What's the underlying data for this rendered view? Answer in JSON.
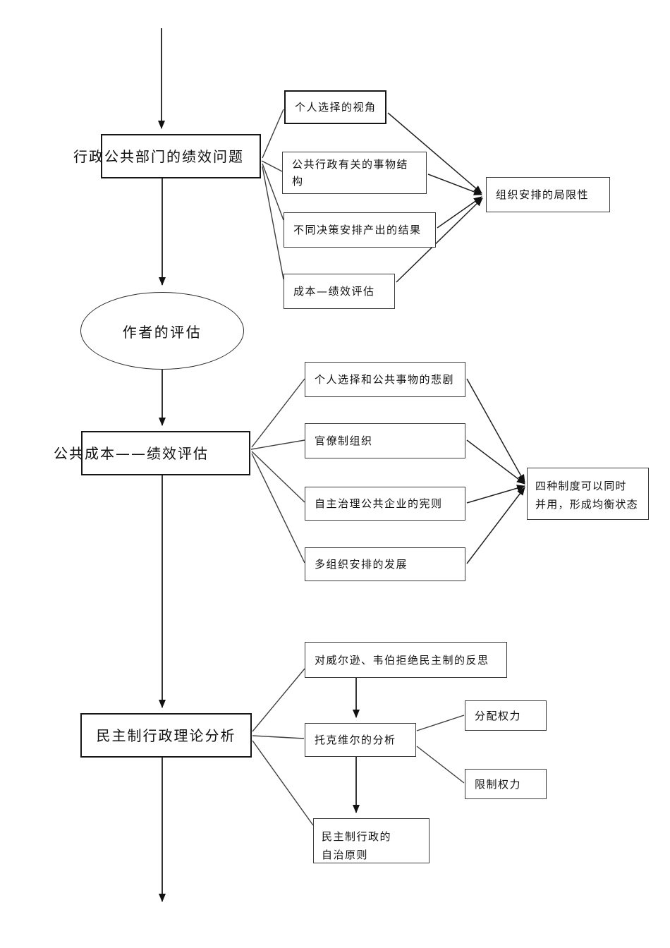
{
  "diagram": {
    "title": "行政理论分析流程图",
    "colors": {
      "background": "#ffffff",
      "line": "#3f3f3f",
      "arrow": "#111111",
      "border": "#3c3c3c",
      "main_border": "#161616",
      "text": "#111111"
    },
    "nodes": {
      "box1": {
        "label": "行政公共部门的绩效问题"
      },
      "r1": {
        "label": "个人选择的视角"
      },
      "r2": {
        "label": "公共行政有关的事物结构"
      },
      "r3": {
        "label": "不同决策安排产出的结果"
      },
      "r4": {
        "label": "成本—绩效评估"
      },
      "limit": {
        "label": "组织安排的局限性"
      },
      "ellipse": {
        "label": "作者的评估"
      },
      "box2": {
        "label": "公共成本——绩效评估"
      },
      "m1": {
        "label": "个人选择和公共事物的悲剧"
      },
      "m2": {
        "label": "官僚制组织"
      },
      "m3": {
        "label": "自主治理公共企业的宪则"
      },
      "m4": {
        "label": "多组织安排的发展"
      },
      "four": {
        "line1": "四种制度可以同时",
        "line2": "并用，形成均衡状态"
      },
      "box3": {
        "label": "民主制行政理论分析"
      },
      "b1": {
        "label": "对威尔逊、韦伯拒绝民主制的反思"
      },
      "b2": {
        "label": "托克维尔的分析"
      },
      "b3a": {
        "label": "分配权力"
      },
      "b3b": {
        "label": "限制权力"
      },
      "b4": {
        "line1": "民主制行政的",
        "line2": "自治原则"
      }
    }
  }
}
